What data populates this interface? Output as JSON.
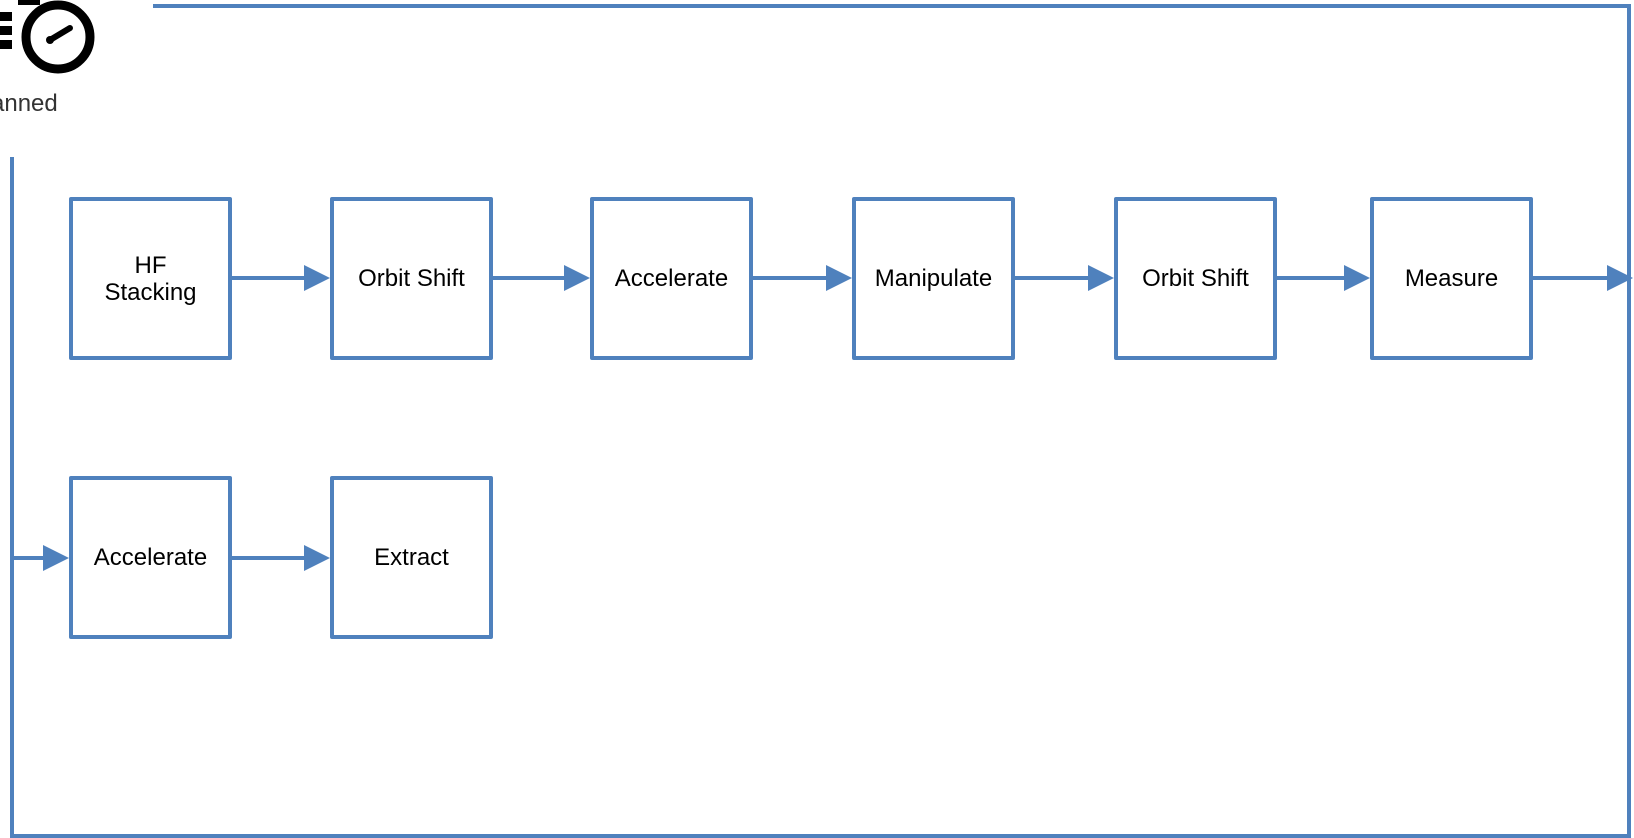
{
  "legend": {
    "caption": "anned",
    "icon": "gauge-icon"
  },
  "colors": {
    "frame": "#4f81bd",
    "box_border": "#4f81bd",
    "arrow": "#4f81bd",
    "text": "#000000"
  },
  "flow": {
    "row1": [
      {
        "label": "HF\nStacking"
      },
      {
        "label": "Orbit Shift"
      },
      {
        "label": "Accelerate"
      },
      {
        "label": "Manipulate"
      },
      {
        "label": "Orbit Shift"
      },
      {
        "label": "Measure"
      }
    ],
    "row2": [
      {
        "label": "Accelerate"
      },
      {
        "label": "Extract"
      }
    ]
  }
}
